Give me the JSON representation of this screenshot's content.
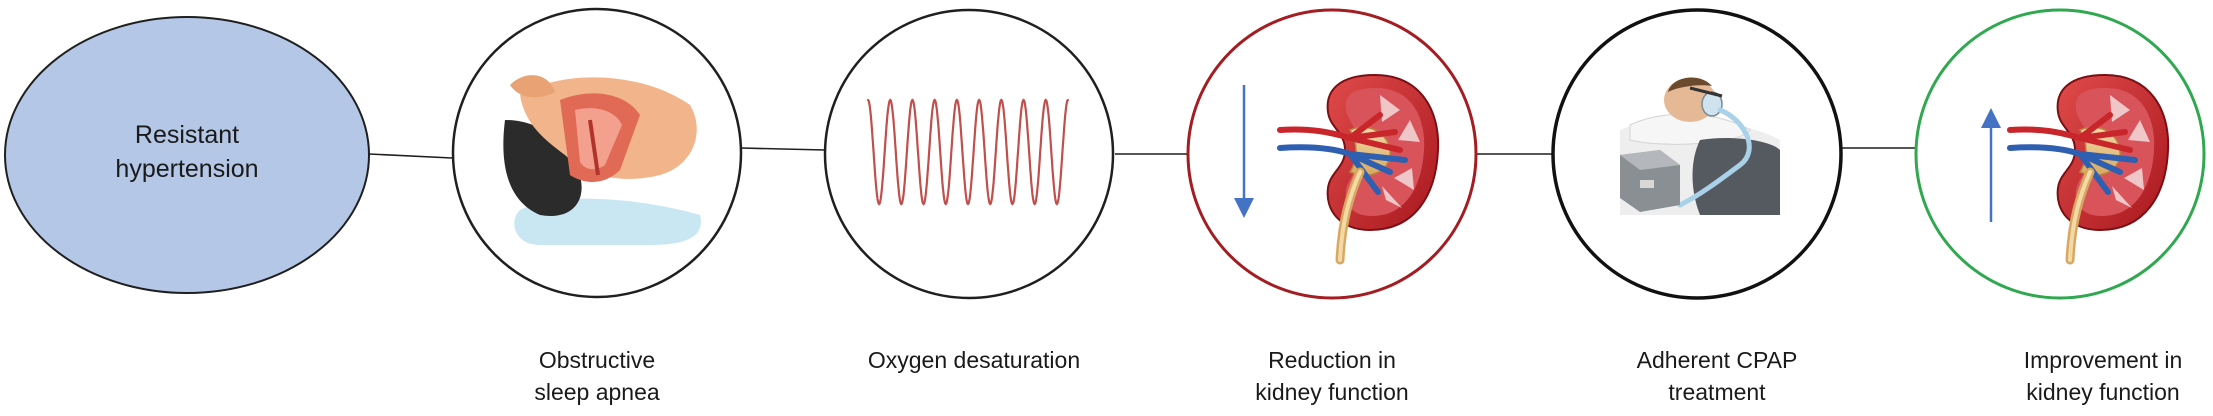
{
  "nodes": [
    {
      "id": "resistant-hypertension",
      "lines": [
        "Resistant",
        "hypertension"
      ],
      "shape": "ellipse",
      "fill": "#b4c7e7",
      "stroke": "#1f1f1f"
    },
    {
      "id": "osa",
      "lines": [
        "Obstructive",
        "sleep apnea"
      ],
      "shape": "circle",
      "stroke": "#1f1f1f",
      "icon": "sleeping-person-airway-icon"
    },
    {
      "id": "desaturation",
      "lines": [
        "Oxygen desaturation"
      ],
      "shape": "circle",
      "stroke": "#1f1f1f",
      "icon": "oscillating-wave-icon"
    },
    {
      "id": "reduction",
      "lines": [
        "Reduction in",
        "kidney function"
      ],
      "shape": "circle",
      "stroke": "#a31d22",
      "icon": "kidney-icon",
      "arrow": "down-arrow-icon"
    },
    {
      "id": "cpap",
      "lines": [
        "Adherent CPAP",
        "treatment"
      ],
      "shape": "circle",
      "stroke": "#111111",
      "icon": "cpap-machine-icon"
    },
    {
      "id": "improvement",
      "lines": [
        "Improvement in",
        "kidney function"
      ],
      "shape": "circle",
      "stroke": "#2fa84f",
      "icon": "kidney-icon",
      "arrow": "up-arrow-icon"
    }
  ],
  "colors": {
    "ellipse_fill": "#b4c7e7",
    "arrow_blue": "#4472c4",
    "wave": "#c0504d",
    "kidney_outer": "#c9262c",
    "vein_blue": "#2f5fb0"
  }
}
